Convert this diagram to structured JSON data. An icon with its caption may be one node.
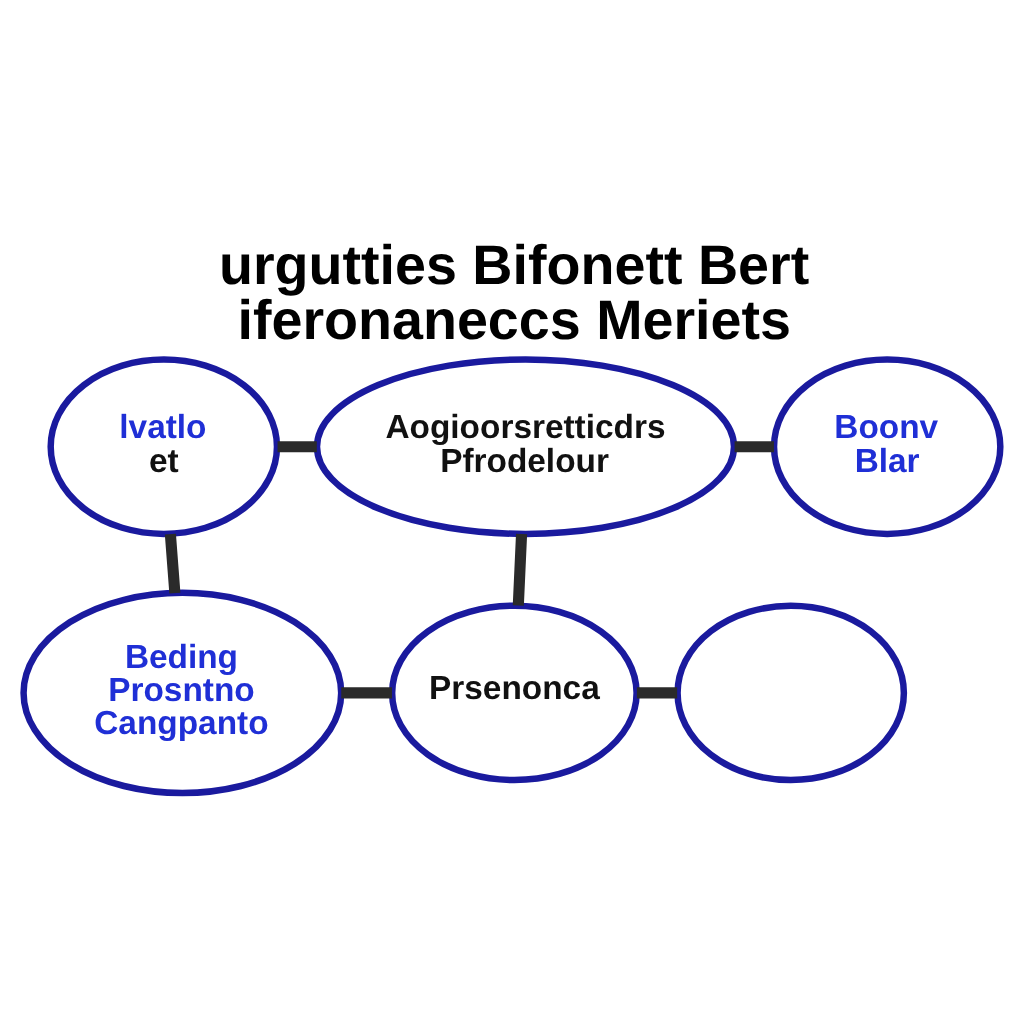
{
  "diagram": {
    "title": "urgutties Bifonett Bert iferonaneccs Meriets",
    "nodes": [
      {
        "text": [
          "lvatlo",
          "et"
        ]
      },
      {
        "text": [
          "Aogioorsretticdrs Pfrodelour"
        ]
      },
      {
        "text": [
          "Boonv Blar"
        ]
      },
      {
        "text": [
          "Beding Prosntno Cangpanto"
        ]
      },
      {
        "text": [
          "Prsenonca"
        ]
      },
      {
        "text": [],
        "shape": "circle"
      }
    ],
    "edges": [
      {
        "from": 0,
        "to": 1,
        "arrow": "none"
      },
      {
        "from": 1,
        "to": 2,
        "arrow": "none"
      },
      {
        "from": 0,
        "to": 3,
        "arrow": "none"
      },
      {
        "from": 1,
        "to": 4,
        "arrow": "none"
      },
      {
        "from": 3,
        "to": 4,
        "arrow": "none"
      },
      {
        "from": 4,
        "to": 5,
        "arrow": "none"
      }
    ]
  }
}
